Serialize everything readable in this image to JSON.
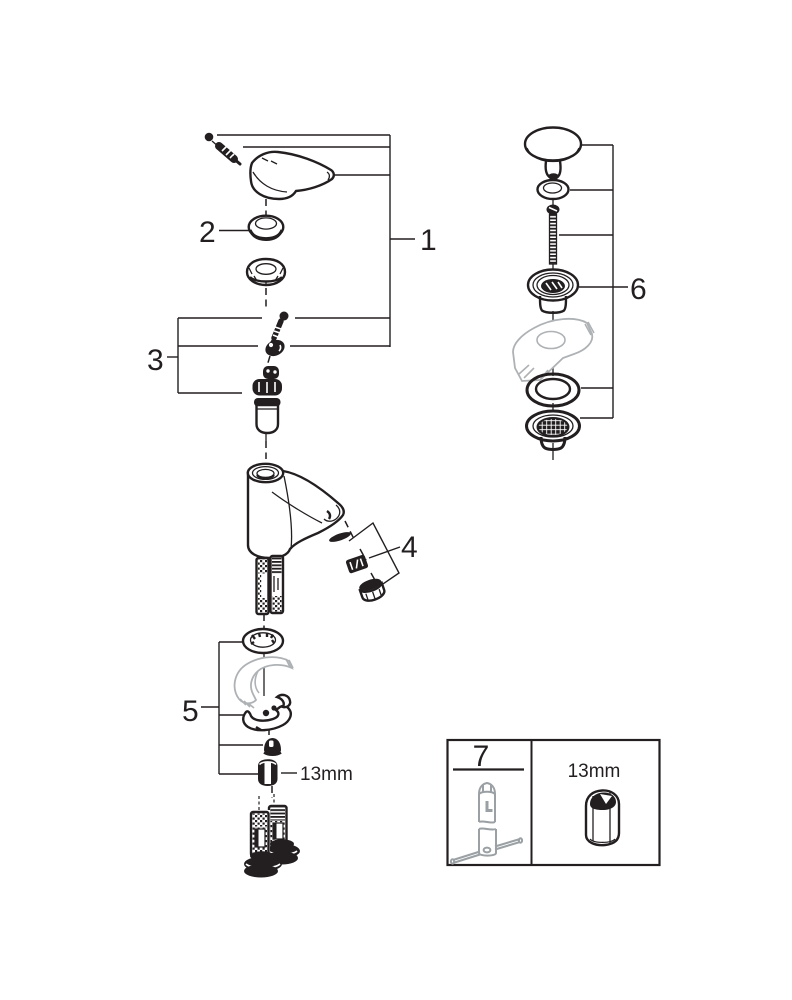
{
  "diagram": {
    "type": "exploded-parts-diagram",
    "callouts": {
      "c1": "1",
      "c2": "2",
      "c3": "3",
      "c4": "4",
      "c5": "5",
      "c6": "6",
      "c7": "7"
    },
    "annotations": {
      "nut_size": "13mm",
      "tool_size": "13mm"
    },
    "colors": {
      "line": "#231f20",
      "muted_gray": "#aeb2b5",
      "background": "#ffffff"
    }
  }
}
